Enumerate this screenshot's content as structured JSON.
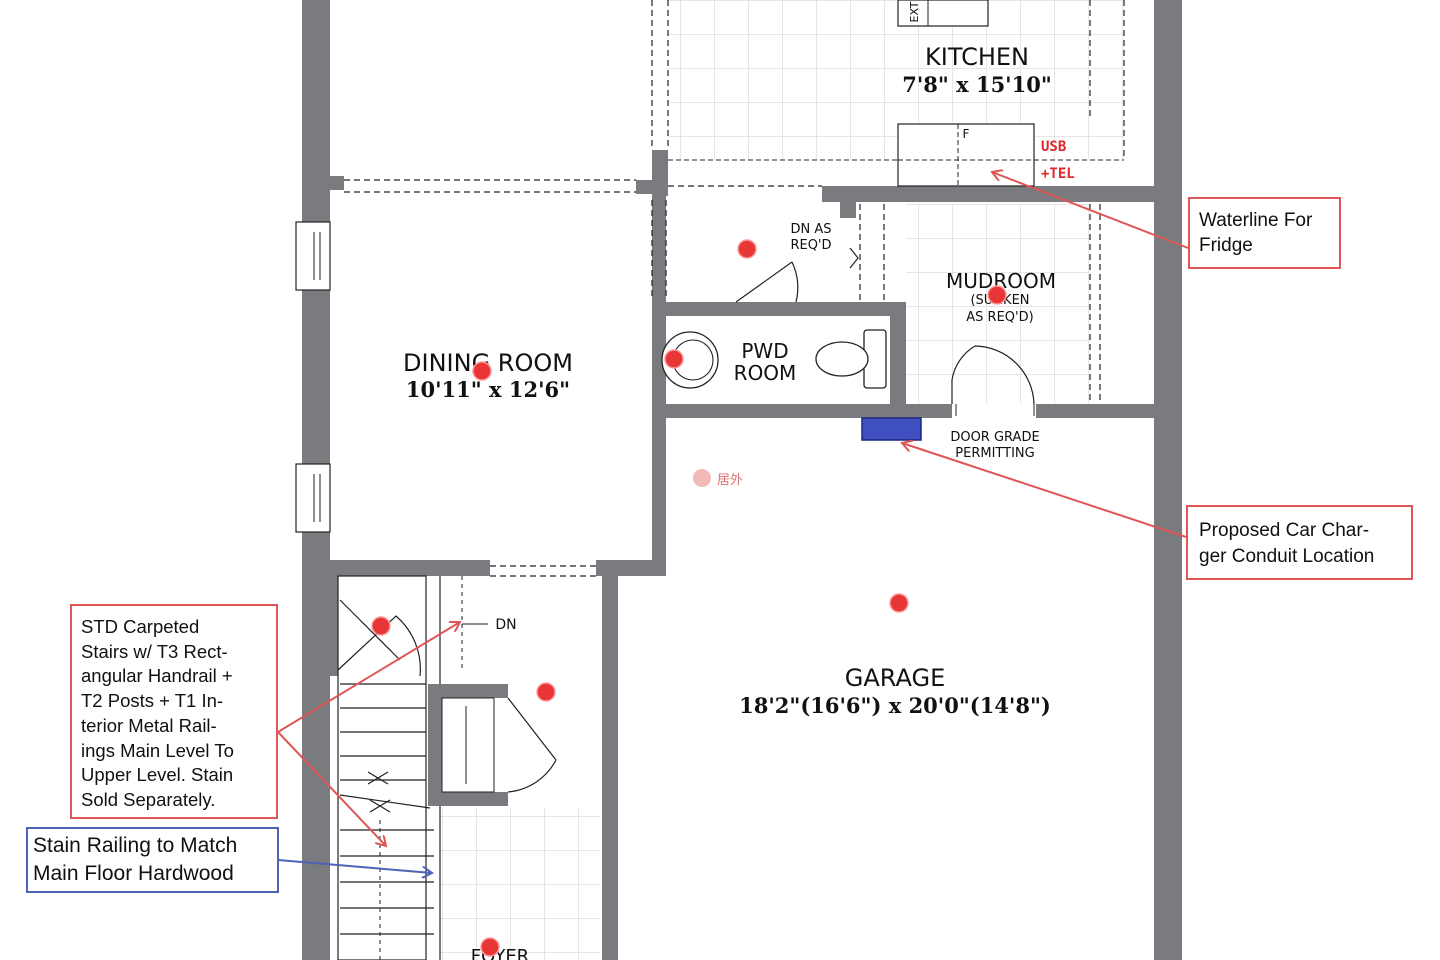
{
  "rooms": {
    "kitchen": {
      "name": "KITCHEN",
      "dims": "7'8\" x 15'10\""
    },
    "dining": {
      "name": "DINING ROOM",
      "dims": "10'11\" x 12'6\""
    },
    "pwd": {
      "line1": "PWD",
      "line2": "ROOM"
    },
    "mudroom": {
      "name": "MUDROOM",
      "sub1": "(SUNKEN",
      "sub2": "AS REQ'D)"
    },
    "garage": {
      "name": "GARAGE",
      "dims": "18'2\"(16'6\") x 20'0\"(14'8\")"
    },
    "foyer": {
      "name": "FOYER"
    }
  },
  "plan_labels": {
    "dn_as": "DN AS",
    "reqd": "REQ'D",
    "dn": "DN",
    "door_grade_1": "DOOR GRADE",
    "door_grade_2": "PERMITTING",
    "usb": "USB",
    "tel": "+TEL",
    "fridge_f": "F",
    "ext": "EXT",
    "watermark": "居外"
  },
  "callouts": {
    "waterline": "Waterline For\nFridge",
    "car_charger": "Proposed Car Char-\nger Conduit Location",
    "stairs": "STD Carpeted\nStairs w/ T3 Rect-\nangular Handrail +\nT2 Posts + T1 In-\nterior Metal Rail-\nings Main Level To\nUpper Level. Stain\nSold Separately.",
    "stain": "Stain Railing to Match\nMain Floor Hardwood"
  },
  "colors": {
    "wall": "#7a7b7e",
    "callout_red": "#e05555",
    "callout_blue": "#4c63b6",
    "marker_red": "#e83535",
    "conduit_blue": "#3f4fc0"
  }
}
